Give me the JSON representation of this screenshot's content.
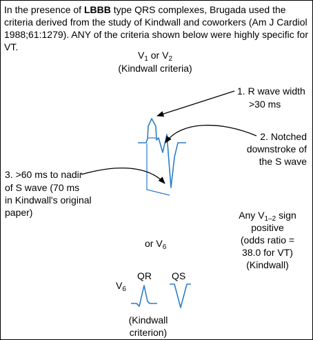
{
  "intro": {
    "pre": "In the presence of ",
    "bold": "LBBB",
    "post": " type QRS complexes, Brugada used the criteria derived from the study of Kindwall and coworkers (Am J Cardiol 1988;61:1279). ANY of the criteria shown below were highly specific for VT."
  },
  "v12": {
    "lead_v": "V",
    "sub1": "1",
    "or": " or ",
    "lead_v2": "V",
    "sub2": "2",
    "kindwall": "(Kindwall criteria)"
  },
  "criteria": {
    "c1_line1": "1. R wave width",
    "c1_line2": ">30 ms",
    "c2_line1": "2. Notched",
    "c2_line2": "downstroke of",
    "c2_line3": "the S wave",
    "c3_line1": "3. >60 ms to nadir",
    "c3_line2": "of S wave (70 ms",
    "c3_line3": "in Kindwall's original",
    "c3_line4": "paper)"
  },
  "any_sign": {
    "line1_pre": "Any V",
    "line1_sub": "1–2",
    "line1_post": " sign",
    "line2": "positive",
    "line3": "(odds ratio =",
    "line4": "38.0 for VT)",
    "line5": "(Kindwall)"
  },
  "v6": {
    "or_v6_pre": "or V",
    "or_v6_sub": "6",
    "lead_v": "V",
    "lead_sub": "6",
    "qr": "QR",
    "qs": "QS",
    "criterion_line1": "(Kindwall",
    "criterion_line2": "criterion)"
  },
  "colors": {
    "ecg_trace": "#2b7cc7",
    "arrow": "#000000"
  }
}
